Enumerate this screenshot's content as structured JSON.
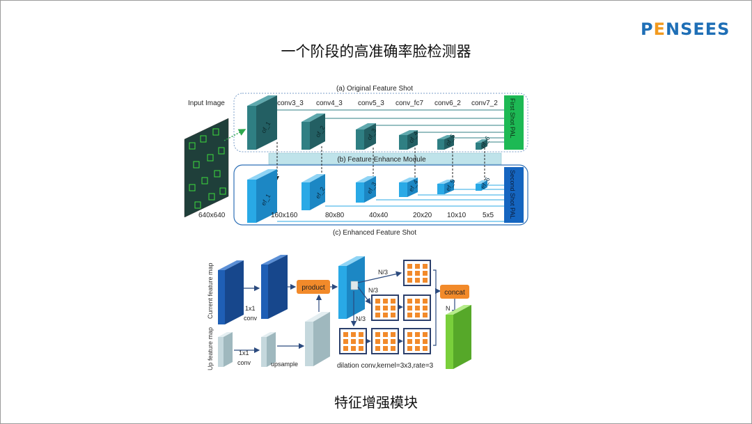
{
  "header": {
    "logo": {
      "prefix": "P",
      "accent": "E",
      "suffix": "NSEES"
    },
    "title": "一个阶段的高准确率脸检测器"
  },
  "top_diagram": {
    "input_label": "Input Image",
    "input_size": "640x640",
    "label_a": "(a) Original Feature Shot",
    "label_b": "(b) Feature Enhance Module",
    "label_c": "(c) Enhanced Feature Shot",
    "first_shot": "First Shot PAL",
    "second_shot": "Second Shot PAL",
    "conv_labels": [
      "conv3_3",
      "conv4_3",
      "conv5_3",
      "conv_fc7",
      "conv6_2",
      "conv7_2"
    ],
    "of_labels": [
      "of_1",
      "of_2",
      "of_3",
      "of_4",
      "of_5",
      "of_6"
    ],
    "ef_labels": [
      "ef_1",
      "ef_2",
      "ef_3",
      "ef_4",
      "ef_5",
      "ef_6"
    ],
    "sizes": [
      "160x160",
      "80x80",
      "40x40",
      "20x20",
      "10x10",
      "5x5"
    ],
    "colors": {
      "original": "#2f7f83",
      "enhanced": "#29a9e6",
      "first_shot": "#1db954",
      "second_shot": "#1565c0",
      "fem_bar": "#bfe3ea"
    }
  },
  "bottom_diagram": {
    "current_map": "Current feature map",
    "up_map": "Up feature map",
    "conv_top": [
      "1x1",
      "conv"
    ],
    "conv_bottom": [
      "1x1",
      "conv"
    ],
    "upsample": "upsample",
    "product": "product",
    "concat": "concat",
    "n3": "N/3",
    "n": "N",
    "dilation": "dilation conv,kernel=3x3,rate=3",
    "colors": {
      "current": "#1f5fb5",
      "up": "#c5d8dd",
      "block": "#f28a2a",
      "concat_out": "#79cf3b"
    }
  },
  "caption": "特征增强模块"
}
